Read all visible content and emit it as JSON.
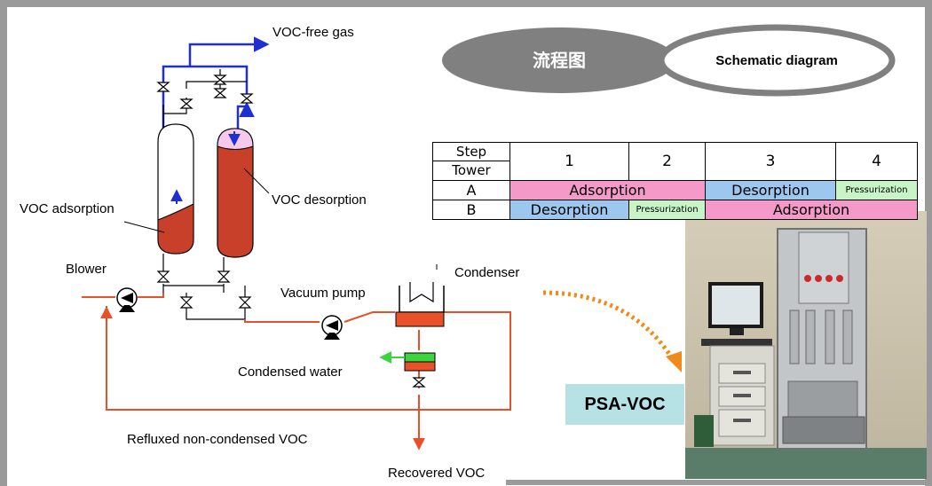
{
  "labels": {
    "voc_free_gas": "VOC-free gas",
    "voc_adsorption": "VOC adsorption",
    "voc_desorption": "VOC desorption",
    "blower": "Blower",
    "vacuum_pump": "Vacuum pump",
    "condenser": "Condenser",
    "condensed_water": "Condensed water",
    "refluxed": "Refluxed non-condensed VOC",
    "recovered": "Recovered VOC",
    "psa": "PSA-VOC"
  },
  "title": {
    "chinese": "流程图",
    "english": "Schematic diagram"
  },
  "step_table": {
    "header_step": "Step",
    "header_tower": "Tower",
    "steps": [
      "1",
      "2",
      "3",
      "4"
    ],
    "row_a": {
      "tower": "A",
      "cells": [
        {
          "text": "Adsorption",
          "color": "#f59ac8"
        },
        {
          "text": "Desorption",
          "color": "#9cc8ef"
        },
        {
          "text": "Pressurization",
          "color": "#c8f5c8"
        }
      ]
    },
    "row_b": {
      "tower": "B",
      "cells": [
        {
          "text": "Desorption",
          "color": "#9cc8ef"
        },
        {
          "text": "Pressurization",
          "color": "#c8f5c8"
        },
        {
          "text": "Adsorption",
          "color": "#f59ac8"
        }
      ]
    }
  },
  "colors": {
    "gas_line": "#1f2fd0",
    "voc_line": "#e8502a",
    "tower_fill": "#c8402a",
    "water_green": "#3fd23f",
    "frame_gray": "#9a9a9a",
    "psa_label_bg": "#b6e2e6"
  }
}
